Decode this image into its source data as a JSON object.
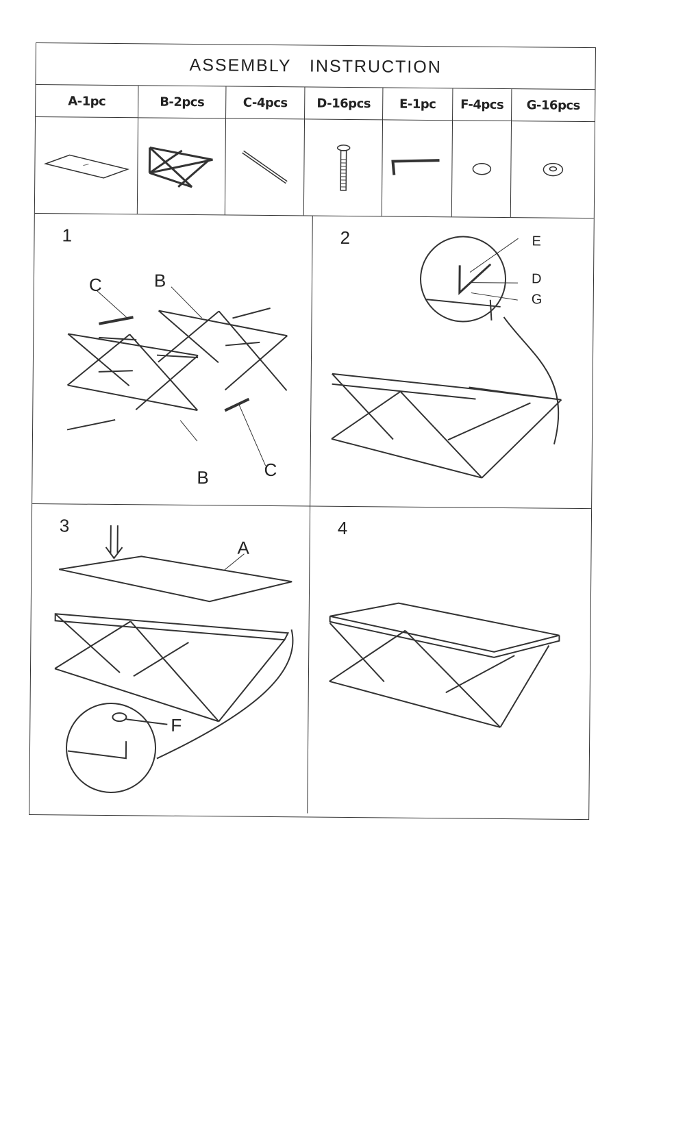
{
  "title": "ASSEMBLY INSTRUCTION",
  "parts": [
    {
      "label": "A-1pc",
      "icon": "glass-top-icon"
    },
    {
      "label": "B-2pcs",
      "icon": "x-frame-icon"
    },
    {
      "label": "C-4pcs",
      "icon": "bar-icon"
    },
    {
      "label": "D-16pcs",
      "icon": "bolt-icon"
    },
    {
      "label": "E-1pc",
      "icon": "allen-key-icon"
    },
    {
      "label": "F-4pcs",
      "icon": "pad-icon"
    },
    {
      "label": "G-16pcs",
      "icon": "washer-icon"
    }
  ],
  "steps": [
    {
      "number": "1",
      "callouts": [
        "C",
        "B",
        "B",
        "C"
      ]
    },
    {
      "number": "2",
      "callouts": [
        "E",
        "D",
        "G"
      ]
    },
    {
      "number": "3",
      "callouts": [
        "A",
        "F"
      ]
    },
    {
      "number": "4",
      "callouts": []
    }
  ]
}
